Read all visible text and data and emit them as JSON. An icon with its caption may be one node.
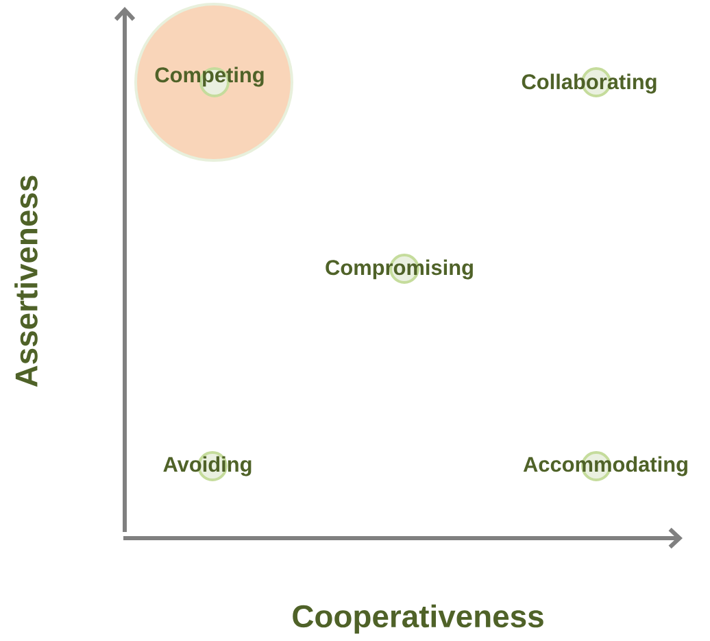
{
  "diagram": {
    "nodes": [
      {
        "text": [
          "Competing"
        ]
      },
      {
        "text": [
          "Collaborating"
        ]
      },
      {
        "text": [
          "Compromising"
        ]
      },
      {
        "text": [
          "Avoiding"
        ]
      },
      {
        "text": [
          "Accommodating"
        ]
      }
    ],
    "labels": [
      "Assertiveness",
      "Cooperativeness"
    ]
  }
}
